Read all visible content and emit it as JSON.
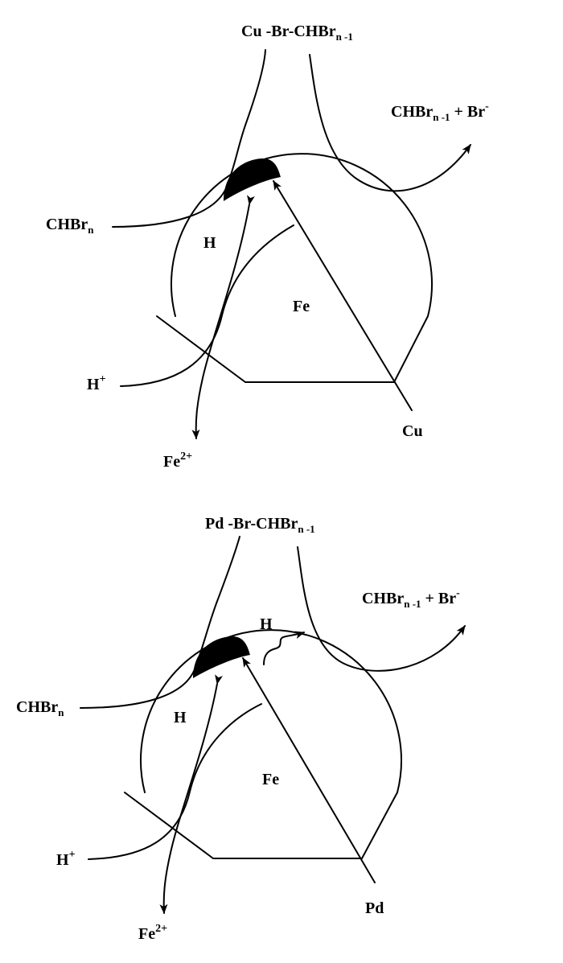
{
  "panels": [
    {
      "id": "cu",
      "reactant": {
        "base": "CHBr",
        "sub": "n"
      },
      "complex": {
        "lead": "Cu -Br-CHBr",
        "sub": "n -1"
      },
      "products": {
        "lead": "CHBr",
        "sub": "n -1",
        "mid": " + Br",
        "sup": "-"
      },
      "hydrogen": "H",
      "metal": "Fe",
      "proton": {
        "base": "H",
        "sup": "+"
      },
      "ferrous": {
        "base": "Fe",
        "sup": "2+"
      },
      "catalyst": "Cu"
    },
    {
      "id": "pd",
      "reactant": {
        "base": "CHBr",
        "sub": "n"
      },
      "complex": {
        "lead": "Pd  -Br-CHBr",
        "sub": "n -1"
      },
      "products": {
        "lead": "CHBr",
        "sub": "n -1",
        "mid": " + Br",
        "sup": "-"
      },
      "hydrogen": "H",
      "hydrogen_released": "H",
      "metal": "Fe",
      "proton": {
        "base": "H",
        "sup": "+"
      },
      "ferrous": {
        "base": "Fe",
        "sup": "2+"
      },
      "catalyst": "Pd"
    }
  ]
}
